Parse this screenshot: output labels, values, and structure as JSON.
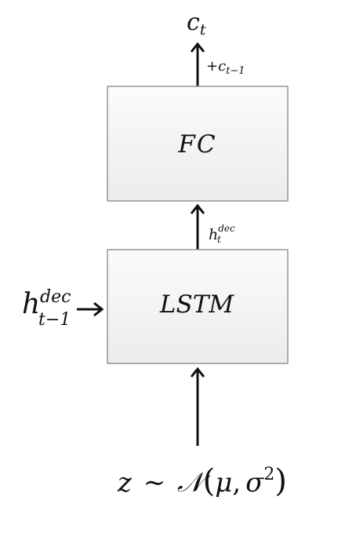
{
  "diagram": {
    "output": {
      "var": "c",
      "sub": "t"
    },
    "residual": {
      "prefix": "+",
      "var": "c",
      "sub": "t−1"
    },
    "fc_box": {
      "label": "FC"
    },
    "hidden_out": {
      "var": "h",
      "sub": "t",
      "sup": "dec"
    },
    "lstm_box": {
      "label": "LSTM"
    },
    "hidden_in": {
      "var": "h",
      "sub": "t−1",
      "sup": "dec"
    },
    "latent": {
      "var": "z",
      "tilde": "∼",
      "dist": "𝒩",
      "open": "(",
      "mu": "μ",
      "comma": ",",
      "sigma": "σ",
      "power": "2",
      "close": ")"
    }
  }
}
